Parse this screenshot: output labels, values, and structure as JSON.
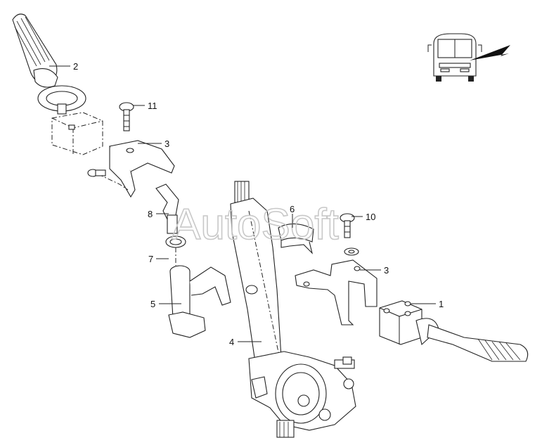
{
  "watermark": "AutoSoft",
  "labels": {
    "p1": "1",
    "p2": "2",
    "p3a": "3",
    "p3b": "3",
    "p4": "4",
    "p5": "5",
    "p6": "6",
    "p7": "7",
    "p8": "8",
    "p10": "10",
    "p11": "11"
  },
  "icons": {
    "bus": "bus-front-view-icon",
    "arrow": "location-arrow-icon"
  }
}
